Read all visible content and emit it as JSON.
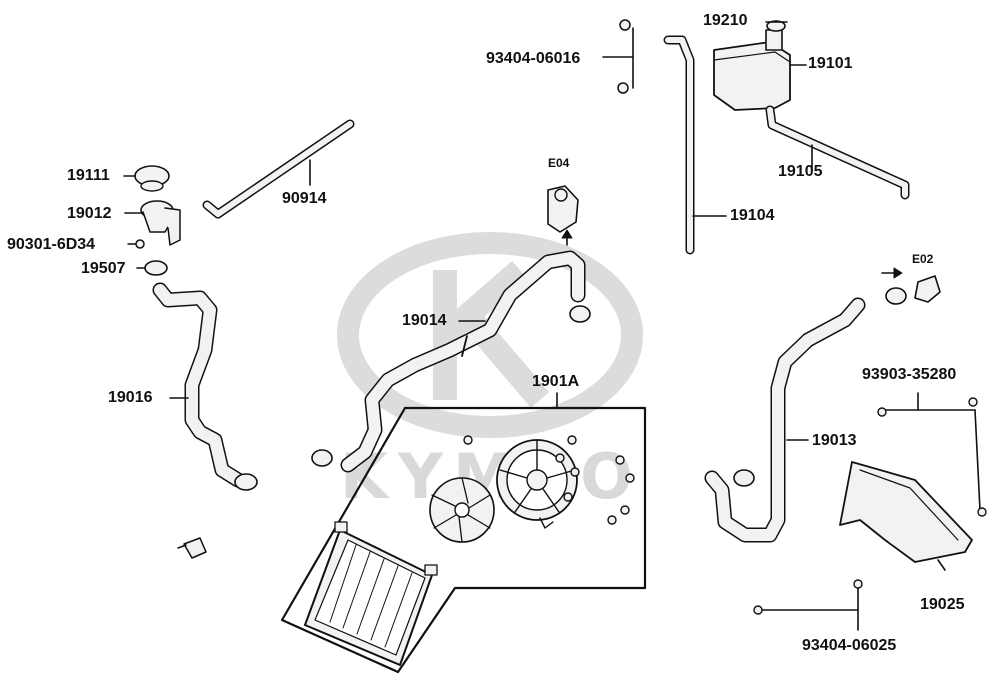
{
  "diagram": {
    "watermark": "KYMCO",
    "colors": {
      "line": "#111111",
      "watermark": "#d9d9d9",
      "part_fill": "#f2f2f2"
    },
    "labels": {
      "p19210": "19210",
      "p19101": "19101",
      "p93404_06016": "93404-06016",
      "p19105": "19105",
      "p19104": "19104",
      "e04": "E04",
      "e02": "E02",
      "p19111": "19111",
      "p90914": "90914",
      "p19012": "19012",
      "p90301_6d34": "90301-6D34",
      "p19507": "19507",
      "p19014": "19014",
      "p19016": "19016",
      "p1901a": "1901A",
      "p93903_35280": "93903-35280",
      "p19013": "19013",
      "p19025": "19025",
      "p93404_06025": "93404-06025"
    }
  }
}
